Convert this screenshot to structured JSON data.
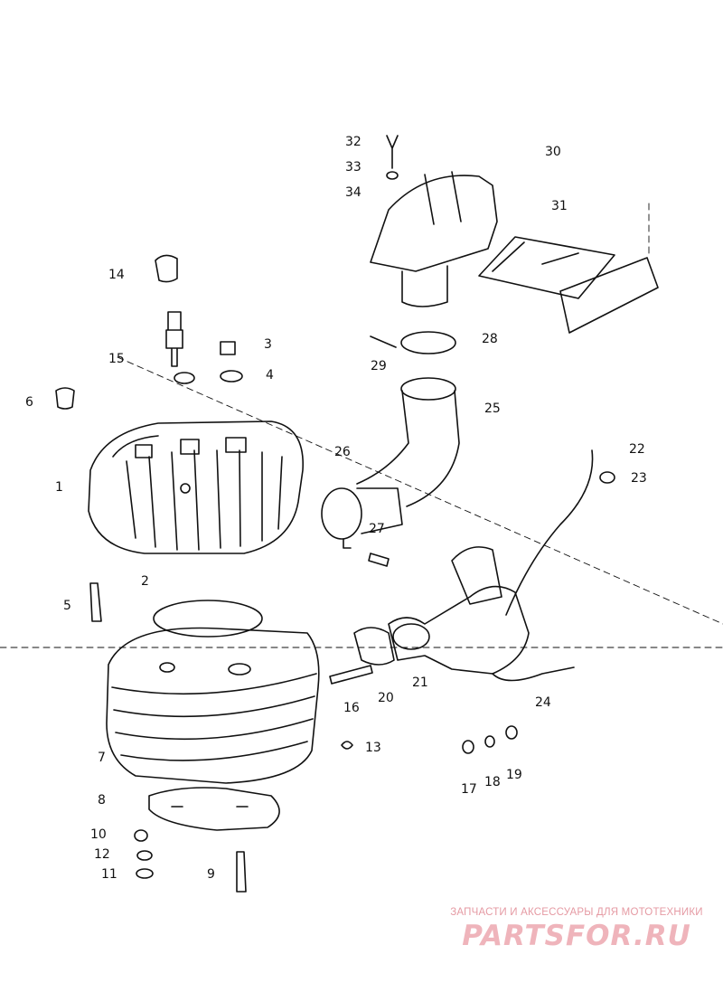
{
  "diagram": {
    "callouts": [
      {
        "id": "1",
        "text": "1"
      },
      {
        "id": "2",
        "text": "2"
      },
      {
        "id": "3",
        "text": "3"
      },
      {
        "id": "4",
        "text": "4"
      },
      {
        "id": "5",
        "text": "5"
      },
      {
        "id": "6",
        "text": "6"
      },
      {
        "id": "7",
        "text": "7"
      },
      {
        "id": "8",
        "text": "8"
      },
      {
        "id": "9",
        "text": "9"
      },
      {
        "id": "10",
        "text": "10"
      },
      {
        "id": "11",
        "text": "11"
      },
      {
        "id": "12",
        "text": "12"
      },
      {
        "id": "13",
        "text": "13"
      },
      {
        "id": "14",
        "text": "14"
      },
      {
        "id": "15",
        "text": "15"
      },
      {
        "id": "16",
        "text": "16"
      },
      {
        "id": "17",
        "text": "17"
      },
      {
        "id": "18",
        "text": "18"
      },
      {
        "id": "19",
        "text": "19"
      },
      {
        "id": "20",
        "text": "20"
      },
      {
        "id": "21",
        "text": "21"
      },
      {
        "id": "22",
        "text": "22"
      },
      {
        "id": "23",
        "text": "23"
      },
      {
        "id": "24",
        "text": "24"
      },
      {
        "id": "25",
        "text": "25"
      },
      {
        "id": "26",
        "text": "26"
      },
      {
        "id": "27",
        "text": "27"
      },
      {
        "id": "28",
        "text": "28"
      },
      {
        "id": "29",
        "text": "29"
      },
      {
        "id": "30",
        "text": "30"
      },
      {
        "id": "31",
        "text": "31"
      },
      {
        "id": "32",
        "text": "32"
      },
      {
        "id": "33",
        "text": "33"
      },
      {
        "id": "34",
        "text": "34"
      }
    ]
  },
  "watermark": {
    "tagline": "ЗАПЧАСТИ И АКСЕССУАРЫ ДЛЯ МОТОТЕХНИКИ",
    "logo": "PARTSFOR.RU",
    "color": "#efb4bb"
  }
}
